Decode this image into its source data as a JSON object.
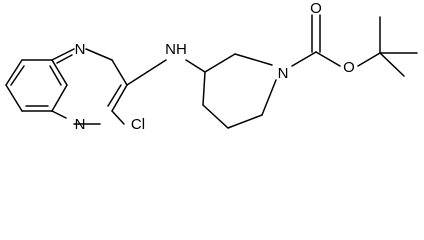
{
  "molecule": {
    "bonds_color": "#000000",
    "atom_labels": {
      "n_quinox_top": "N",
      "n_quinox_bottom": "N",
      "nh_linker": "NH",
      "cl": "Cl",
      "n_piperidine": "N",
      "o_carbonyl": "O",
      "o_ester": "O"
    }
  }
}
